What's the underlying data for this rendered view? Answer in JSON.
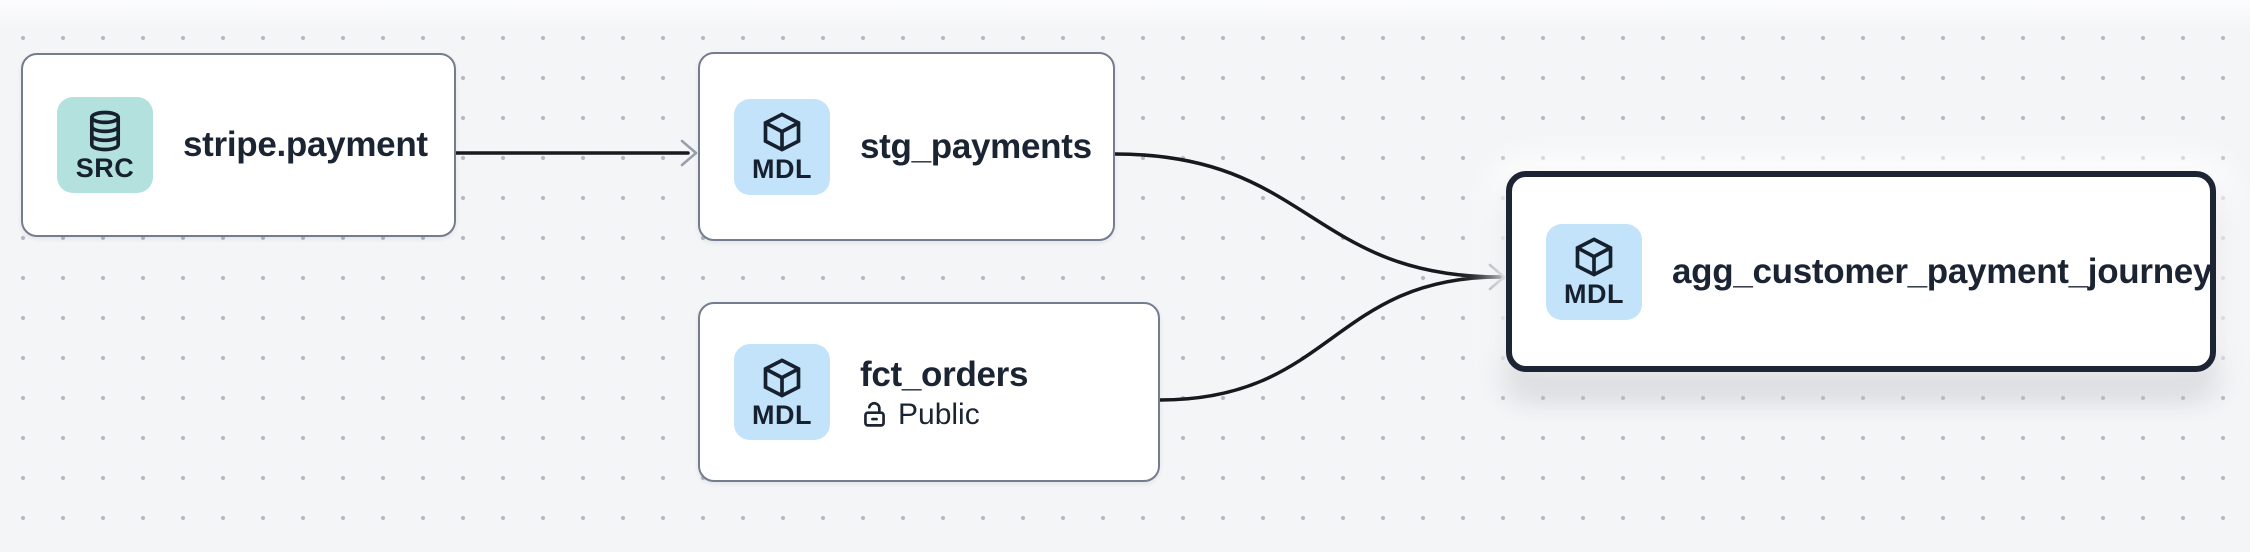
{
  "canvas": {
    "background_color": "#f4f5f7",
    "dot_color": "#b2b7c1",
    "edge_color": "#17191e",
    "arrowhead_color": "#99a0ab",
    "node_border_color": "#747d8e",
    "selected_border_color": "#1d2433",
    "text_color": "#1b2433"
  },
  "nodes": [
    {
      "label": "stripe.payment",
      "badge": "SRC",
      "badge_color": "#b3e2de",
      "type_icon": "database-icon",
      "selected": false
    },
    {
      "label": "stg_payments",
      "badge": "MDL",
      "badge_color": "#c2e3f9",
      "type_icon": "cube-icon",
      "selected": false
    },
    {
      "label": "fct_orders",
      "badge": "MDL",
      "badge_color": "#c2e3f9",
      "type_icon": "cube-icon",
      "visibility": {
        "icon": "lock-open-icon",
        "label": "Public"
      },
      "selected": false
    },
    {
      "label": "agg_customer_payment_journey",
      "badge": "MDL",
      "badge_color": "#c2e3f9",
      "type_icon": "cube-icon",
      "selected": true
    }
  ],
  "edges": [
    {
      "from": "stripe.payment",
      "to": "stg_payments"
    },
    {
      "from": "stg_payments",
      "to": "agg_customer_payment_journey"
    },
    {
      "from": "fct_orders",
      "to": "agg_customer_payment_journey"
    }
  ]
}
